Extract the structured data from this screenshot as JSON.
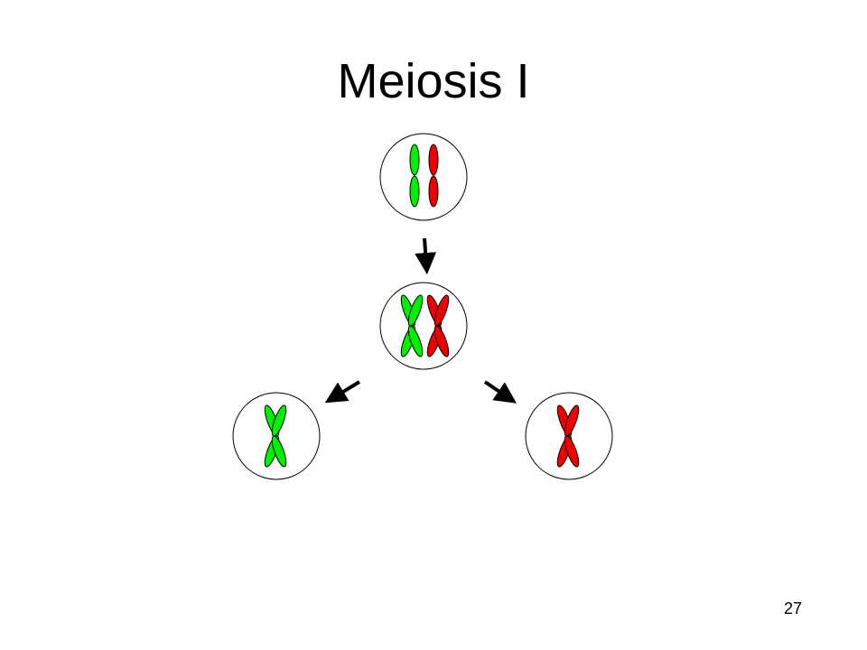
{
  "slide": {
    "title": "Meiosis I",
    "page_number": "27"
  },
  "colors": {
    "homolog_a": "#00ee00",
    "homolog_b": "#ee0000",
    "outline": "#000000",
    "cell_fill": "#ffffff"
  },
  "stages": [
    {
      "id": "unreplicated",
      "description_only": true
    },
    {
      "id": "replicated"
    },
    {
      "id": "daughter-green"
    },
    {
      "id": "daughter-red"
    }
  ]
}
